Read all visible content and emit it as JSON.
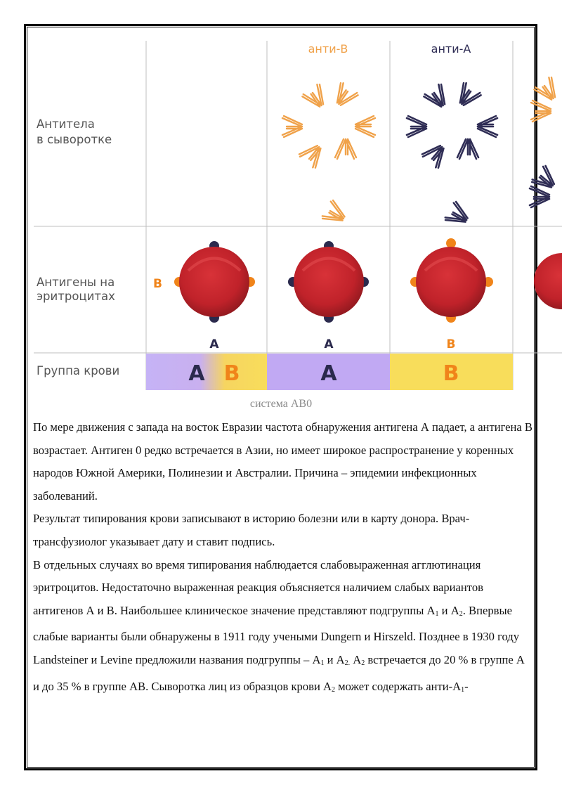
{
  "figure": {
    "row_labels": {
      "antibodies": [
        "Антитела",
        "в сыворотке"
      ],
      "antigens": [
        "Антигены на",
        "эритроцитах"
      ],
      "blood_group": "Группа крови"
    },
    "columns": [
      {
        "antibody": "",
        "antigens_shown": [
          "A",
          "B"
        ],
        "antigen_label": "A",
        "group": [
          "A",
          "B"
        ]
      },
      {
        "antibody": "анти-B",
        "antigens_shown": [
          "A"
        ],
        "antigen_label": "A",
        "group": [
          "A"
        ]
      },
      {
        "antibody": "анти-A",
        "antigens_shown": [
          "B"
        ],
        "antigen_label": "B",
        "group": [
          "B"
        ]
      }
    ],
    "side_marker": "B",
    "colors": {
      "antigen_a": "#2b2a4d",
      "antigen_b": "#f0841a",
      "cell": "#c8262a",
      "group_ab_bg": "#c8b3f5",
      "group_a_bg": "#c1a9f3",
      "group_b_bg": "#f8dd5b",
      "orange_antibody": "#f0a24a",
      "navy_antibody": "#2f2d55"
    }
  },
  "caption": "система АВ0",
  "paragraphs": [
    "По мере движения с запада на восток Евразии частота обнаружения антигена А падает, а антигена В возрастает. Антиген 0 редко встречается в Азии, но  имеет широкое распространение у коренных народов Южной Америки, Полинезии и Австралии. Причина – эпидемии инфекционных заболеваний.",
    "Результат типирования крови записывают в историю болезни или в карту донора. Врач-трансфузиолог указывает дату и ставит подпись.",
    "В отдельных случаях во время типирования наблюдается слабовыраженная агглютинация эритроцитов. Недостаточно выраженная реакция объясняется наличием слабых вариантов антигенов  А и В. Наибольшее клиническое значение представляют подгруппы А",
    "1",
    " и А",
    "2",
    ". Впервые слабые варианты были обнаружены в 1911 году учеными Dungern и Hirszeld. Позднее в 1930 году Landsteiner и Levine предложили названия подгруппы – А",
    "1",
    " и А",
    "2.",
    " А",
    "2",
    " встречается до 20 % в группе А и до 35 % в группе АВ. Сыворотка лиц из образцов крови А",
    "2",
    " может содержать анти-А",
    "1",
    "-"
  ]
}
